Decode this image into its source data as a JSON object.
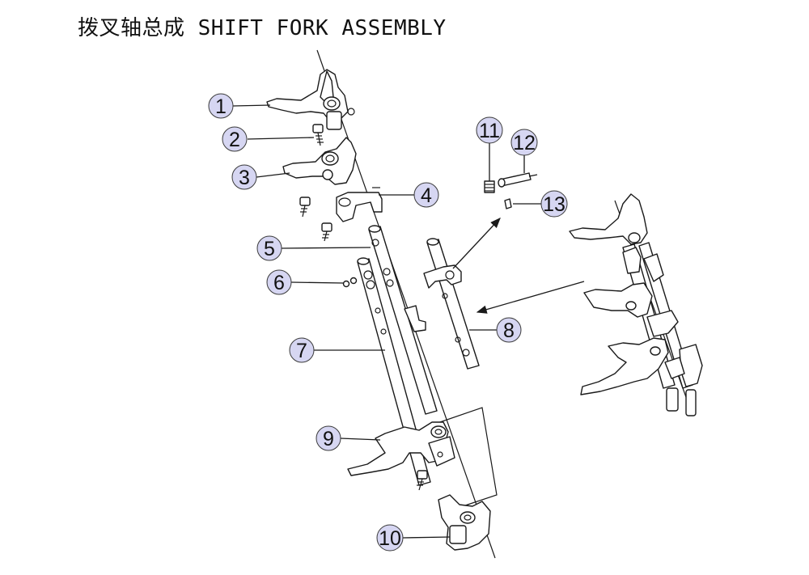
{
  "title": "拨叉轴总成 SHIFT FORK ASSEMBLY",
  "colors": {
    "callout_fill": "#d6d6f2",
    "line": "#1a1a1a",
    "background": "#ffffff"
  },
  "callouts": [
    {
      "id": "c1",
      "label": "1"
    },
    {
      "id": "c2",
      "label": "2"
    },
    {
      "id": "c3",
      "label": "3"
    },
    {
      "id": "c4",
      "label": "4"
    },
    {
      "id": "c5",
      "label": "5"
    },
    {
      "id": "c6",
      "label": "6"
    },
    {
      "id": "c7",
      "label": "7"
    },
    {
      "id": "c8",
      "label": "8"
    },
    {
      "id": "c9",
      "label": "9"
    },
    {
      "id": "c10",
      "label": "10"
    },
    {
      "id": "c11",
      "label": "11"
    },
    {
      "id": "c12",
      "label": "12"
    },
    {
      "id": "c13",
      "label": "13"
    }
  ]
}
